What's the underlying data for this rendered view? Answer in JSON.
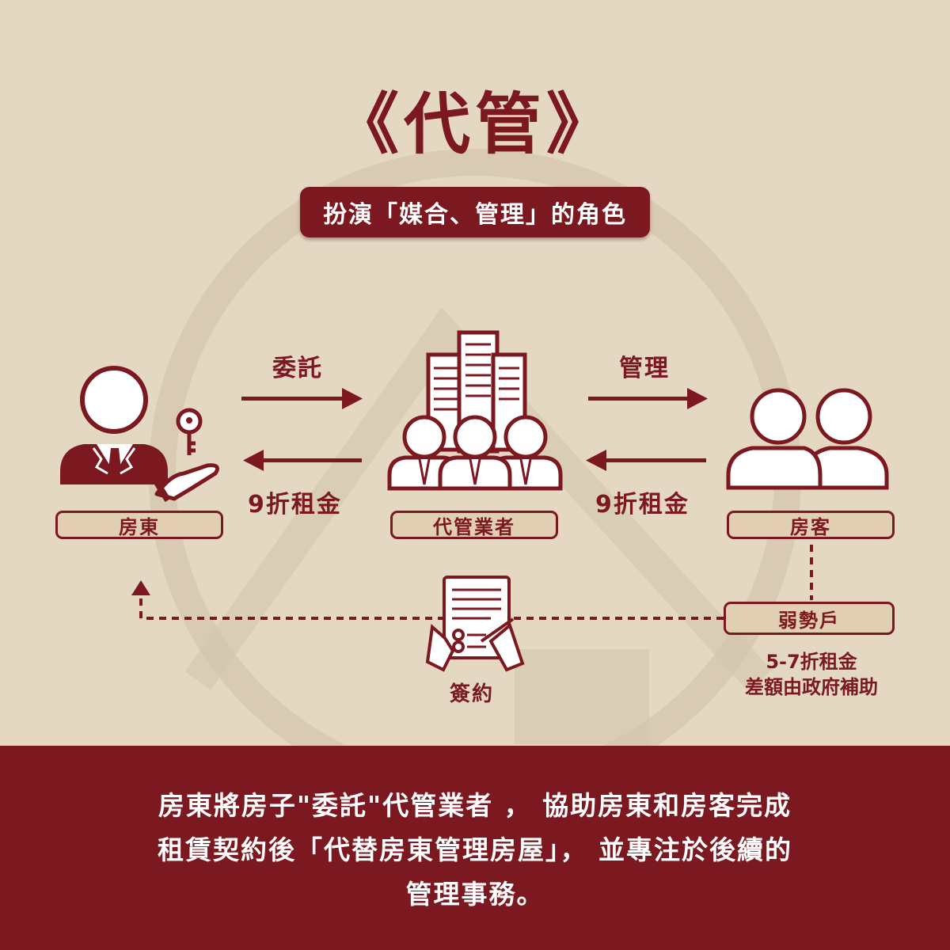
{
  "title": "《代管》",
  "subtitle": "扮演「媒合、管理」的角色",
  "nodes": {
    "landlord": "房東",
    "manager": "代管業者",
    "tenant": "房客",
    "vulnerable": "弱勢戶"
  },
  "flows": {
    "entrust": "委託",
    "manage": "管理",
    "rent_left": "9折租金",
    "rent_right": "9折租金",
    "sign": "簽約"
  },
  "note": {
    "line1": "5-7折租金",
    "line2": "差額由政府補助"
  },
  "footer": {
    "line1": "房東將房子\"委託\"代管業者 ， 協助房東和房客完成",
    "line2": "租賃契約後「代替房東管理房屋」， 並專注於後續的",
    "line3": "管理事務。"
  },
  "icons": {
    "landlord": "businessman-key-icon",
    "manager": "buildings-team-icon",
    "tenant": "two-people-icon",
    "contract": "contract-signing-icon"
  },
  "colors": {
    "brand": "#7b1820",
    "background": "#e4d8c3",
    "label_fill": "#e0cfb2"
  }
}
